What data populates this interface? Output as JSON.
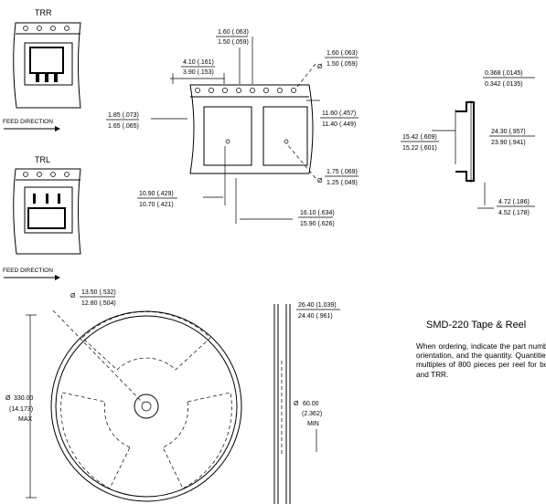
{
  "views": {
    "trr_label": "TRR",
    "trl_label": "TRL",
    "feed_direction_top": "FEED DIRECTION",
    "feed_direction_bottom": "FEED DIRECTION"
  },
  "tape_dims": {
    "pitch_top": "1.60 (.063)",
    "pitch_bot": "1.50 (.059)",
    "d1_top": "4.10 (.161)",
    "d1_bot": "3.90 (.153)",
    "hole_top": "1.60 (.063)",
    "hole_bot": "1.50 (.059)",
    "side_top": "1.85 (.073)",
    "side_bot": "1.65 (.065)",
    "pocket_top": "11.60 (.457)",
    "pocket_bot": "11.40 (.449)",
    "hole2_top": "1.75 (.069)",
    "hole2_bot": "1.25 (.049)",
    "w1_top": "10.90 (.429)",
    "w1_bot": "10.70 (.421)",
    "w2_top": "16.10 (.634)",
    "w2_bot": "15.90 (.626)"
  },
  "side_dims": {
    "a_top": "0.368 (.0145)",
    "a_bot": "0.342 (.0135)",
    "b_top": "15.42 (.609)",
    "b_bot": "15.22 (.601)",
    "c_top": "24.30 (.957)",
    "c_bot": "23.90 (.941)",
    "d_top": "4.72 (.186)",
    "d_bot": "4.52 (.178)"
  },
  "reel_dims": {
    "hub_top": "13.50 (.532)",
    "hub_bot": "12.80 (.504)",
    "dia_line1": "330.00",
    "dia_line2": "(14.173)",
    "dia_line3": "MAX",
    "width_top": "26.40 (1.039)",
    "width_bot": "24.40 (.961)",
    "core_line1": "60.00",
    "core_line2": "(2.362)",
    "core_line3": "MIN"
  },
  "diameter_symbol": "Ø",
  "title": "SMD-220 Tape & Reel",
  "description": "When ordering, indicate the part number, part orientation, and the quantity. Quantities are in multiples of 800 pieces per reel for both TRL and TRR."
}
